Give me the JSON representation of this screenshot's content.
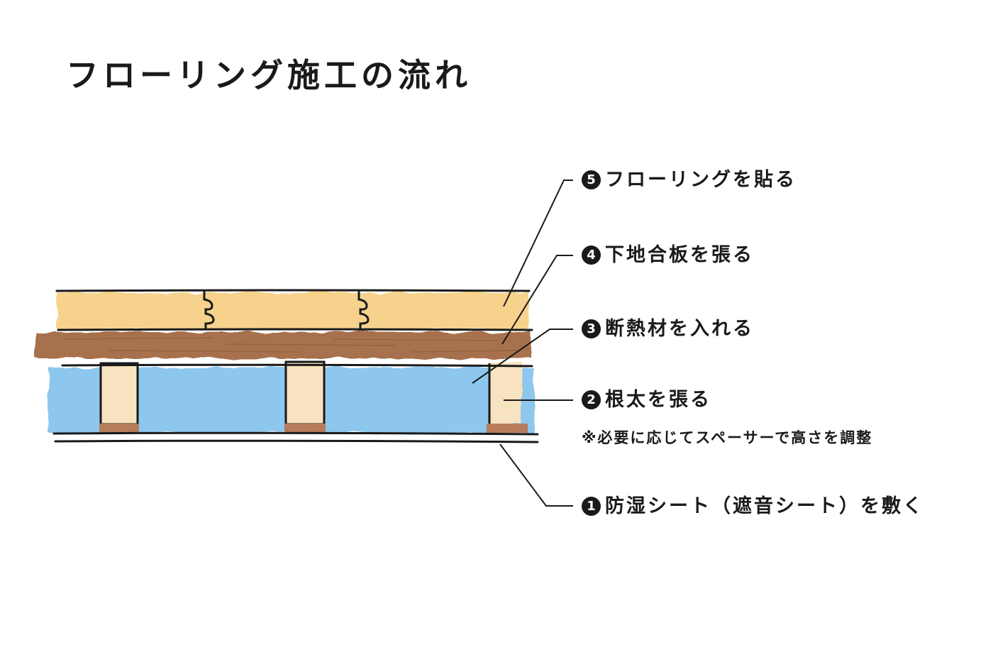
{
  "title": "フローリング施工の流れ",
  "steps": [
    {
      "num": "5",
      "text": "フローリングを貼る"
    },
    {
      "num": "4",
      "text": "下地合板を張る"
    },
    {
      "num": "3",
      "text": "断熱材を入れる"
    },
    {
      "num": "2",
      "text": "根太を張る"
    },
    {
      "num": "1",
      "text": "防湿シート（遮音シート）を敷く"
    }
  ],
  "note": "※必要に応じてスペーサーで高さを調整",
  "colors": {
    "flooring": "#f6d28c",
    "plywood": "#a7714d",
    "insulation": "#8ec7ee",
    "joist": "#f7e3bf",
    "spacer": "#b67c5b",
    "line": "#1a1a1a"
  }
}
